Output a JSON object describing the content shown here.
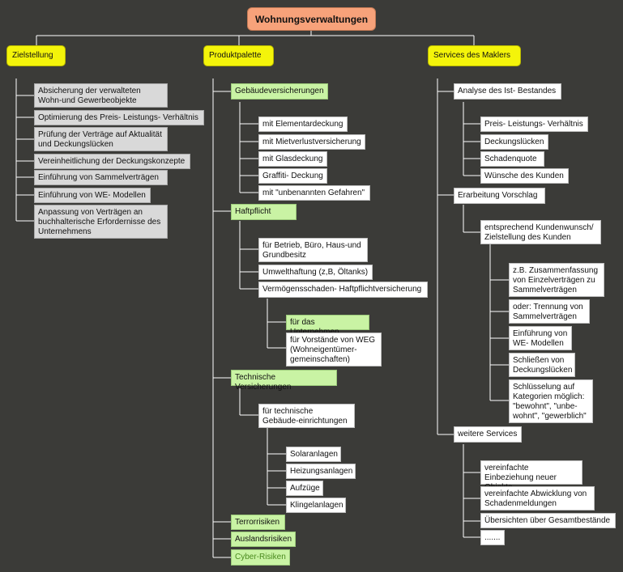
{
  "root": "Wohnungsverwaltungen",
  "col1": {
    "title": "Zielstellung",
    "items": [
      "Absicherung der verwalteten Wohn-und Gewerbeobjekte",
      "Optimierung des Preis- Leistungs- Verhältnis",
      "Prüfung der Verträge auf Aktualität und Deckungslücken",
      "Vereinheitlichung der Deckungskonzepte",
      "Einführung von Sammelverträgen",
      "Einführung von WE- Modellen",
      "Anpassung von Verträgen an buchhalterische Erfordernisse des Unternehmens"
    ]
  },
  "col2": {
    "title": "Produktpalette",
    "gebaeude": "Gebäudeversicherungen",
    "gebaeude_items": [
      "mit Elementardeckung",
      "mit Mietverlustversicherung",
      "mit Glasdeckung",
      "Graffiti- Deckung",
      "mit \"unbenannten Gefahren\""
    ],
    "haftpflicht": "Haftpflicht",
    "haftpflicht_items": [
      "für Betrieb, Büro, Haus-und Grundbesitz",
      "Umwelthaftung (z,B, Öltanks)",
      "Vermögensschaden- Haftpflichtversicherung"
    ],
    "vermoegen_items": [
      "für das Unternehmen",
      "für Vorstände von WEG (Wohneigentümer-gemeinschaften)"
    ],
    "technisch": "Technische Versicherungen",
    "technisch_sub": "für technische Gebäude-einrichtungen",
    "technisch_items": [
      "Solaranlagen",
      "Heizungsanlagen",
      "Aufzüge",
      "Klingelanlagen"
    ],
    "terror": "Terrorrisiken",
    "ausland": "Auslandsrisiken",
    "cyber": "Cyber-Risiken"
  },
  "col3": {
    "title": "Services des Maklers",
    "analyse": "Analyse des Ist- Bestandes",
    "analyse_items": [
      "Preis- Leistungs- Verhältnis",
      "Deckungslücken",
      "Schadenquote",
      "Wünsche des Kunden"
    ],
    "vorschlag": "Erarbeitung Vorschlag",
    "vorschlag_sub": "entsprechend Kundenwunsch/ Zielstellung des Kunden",
    "vorschlag_items": [
      "z.B. Zusammenfassung von Einzelverträgen zu Sammelverträgen",
      "oder: Trennung von Sammelverträgen",
      "Einführung von WE- Modellen",
      "Schließen von Deckungslücken",
      "Schlüsselung auf Kategorien möglich: \"bewohnt\", \"unbe-wohnt\", \"gewerblich\""
    ],
    "weitere": "weitere Services",
    "weitere_items": [
      "vereinfachte Einbeziehung neuer Objekte",
      "vereinfachte Abwicklung von Schadenmeldungen",
      "Übersichten über Gesamtbestände",
      "......."
    ]
  }
}
